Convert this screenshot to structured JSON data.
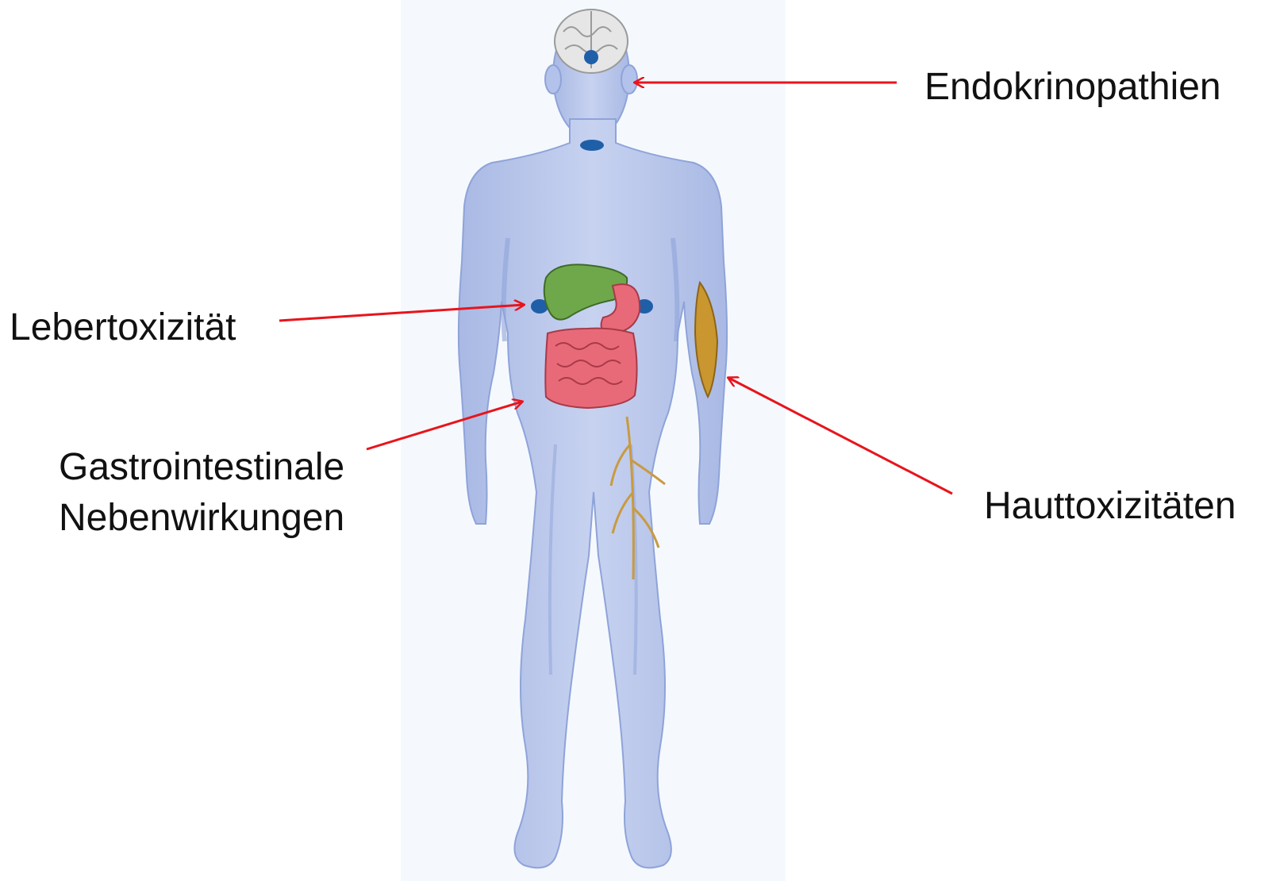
{
  "labels": {
    "endocrine": "Endokrinopathien",
    "liver": "Lebertoxizität",
    "gi_line1": "Gastrointestinale",
    "gi_line2": "Nebenwirkungen",
    "skin": "Hauttoxizitäten"
  },
  "colors": {
    "arrow": "#e8141c",
    "body_fill": "#bcc9ec",
    "body_outline": "#8ea3d9",
    "gland": "#1f5fa8",
    "liver": "#6fa84a",
    "intestine": "#e86a78",
    "muscle": "#c9962f",
    "nerve": "#c99a40",
    "brain": "#e6e6e6"
  }
}
